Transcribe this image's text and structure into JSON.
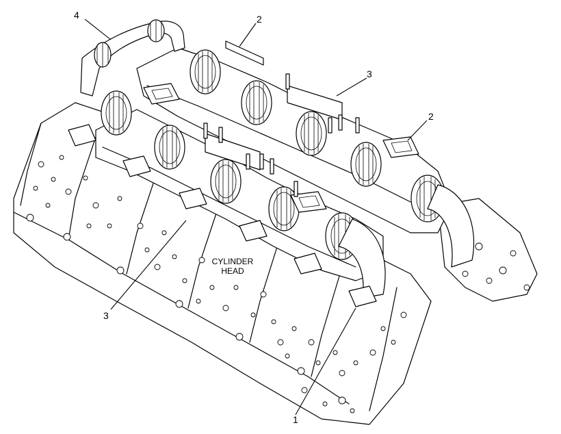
{
  "callouts": [
    {
      "id": "4",
      "text": "4"
    },
    {
      "id": "2a",
      "text": "2"
    },
    {
      "id": "3a",
      "text": "3"
    },
    {
      "id": "2b",
      "text": "2"
    },
    {
      "id": "3b",
      "text": "3"
    },
    {
      "id": "1",
      "text": "1"
    }
  ],
  "labels": {
    "cylinder_head_line1": "CYLINDER",
    "cylinder_head_line2": "HEAD"
  },
  "colors": {
    "line": "#000000",
    "background": "#ffffff"
  }
}
